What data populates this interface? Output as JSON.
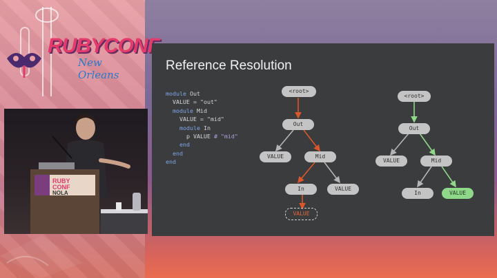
{
  "logo": {
    "title": "RUBYCONF",
    "subtitle": "New Orleans"
  },
  "video": {
    "podium_text_1": "RUBY",
    "podium_text_2": "CONF",
    "podium_text_3": "NOLA"
  },
  "slide": {
    "title": "Reference Resolution",
    "code_lines": [
      "module Out",
      "  VALUE = \"out\"",
      "  module Mid",
      "    VALUE = \"mid\"",
      "    module In",
      "      p VALUE # \"mid\"",
      "    end",
      "  end",
      "end"
    ],
    "left_tree": {
      "root": "<root>",
      "out": "Out",
      "value_out": "VALUE",
      "mid": "Mid",
      "in": "In",
      "value_mid": "VALUE",
      "value_in": "VALUE"
    },
    "right_tree": {
      "root": "<root>",
      "out": "Out",
      "value_out": "VALUE",
      "mid": "Mid",
      "in": "In",
      "value_mid": "VALUE"
    }
  },
  "colors": {
    "slide_bg": "#3b3c3e",
    "orange_arrow": "#d9572b",
    "green_arrow": "#8fd88a",
    "gray_arrow": "#b5b5b5",
    "node_gray": "#c4c4c4",
    "node_green": "#8fd88a"
  }
}
